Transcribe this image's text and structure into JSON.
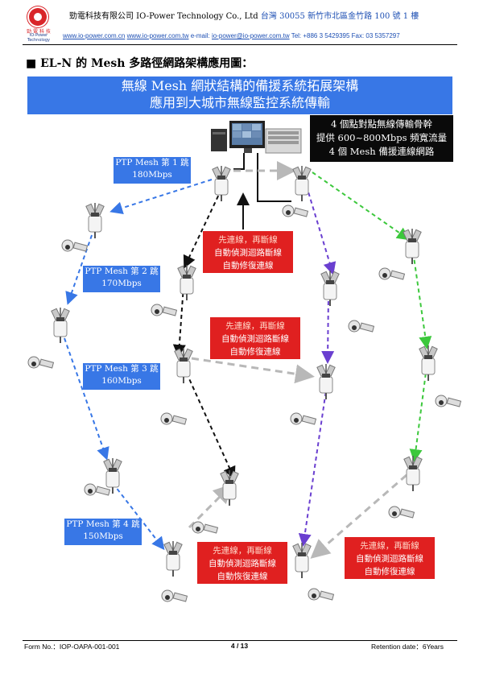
{
  "logo": {
    "cn": "勁 電 科 技",
    "en": "IO-Power Technology"
  },
  "header": {
    "company": "勁電科技有限公司 IO-Power Technology Co., Ltd",
    "address": "台灣 30055 新竹市北區金竹路 100 號 1 樓",
    "web1": "www.io-power.com.cn",
    "web2": "www.io-power.com.tw",
    "email_label": "e-mail:",
    "email": "io-power@io-power.com.tw",
    "tel": "Tel: +886 3 5429395 Fax: 03 5357297"
  },
  "section_title": "■  EL-N 的 Mesh 多路徑網路架構應用圖：",
  "banner": {
    "line1": "無線 Mesh 網狀結構的備援系統拓展架構",
    "line2": "應用到大城市無線監控系統傳輸"
  },
  "backbone_box": {
    "line1": "4 個點對點無線傳輸骨幹",
    "line2": "提供 600~800Mbps 頻寬流量",
    "line3": "4 個 Mesh 備援連線網路"
  },
  "hops": [
    {
      "label": "PTP Mesh 第 1 跳",
      "speed": "180Mbps"
    },
    {
      "label": "PTP Mesh 第 2 跳",
      "speed": "170Mbps"
    },
    {
      "label": "PTP Mesh 第 3 跳",
      "speed": "160Mbps"
    },
    {
      "label": "PTP Mesh 第 4 跳",
      "speed": "150Mbps"
    }
  ],
  "alerts": [
    {
      "line1": "先連線，再斷線",
      "line2": "自動偵測迴路斷線",
      "line3": "自動修復連線"
    },
    {
      "line1": "先連線，再斷線",
      "line2": "自動偵測迴路斷線",
      "line3": "自動修復連線"
    },
    {
      "line1": "先連線，再斷線",
      "line2": "自動偵測迴路斷線",
      "line3": "自動恢復連線"
    },
    {
      "line1": "先連線，再斷線",
      "line2": "自動偵測迴路斷線",
      "line3": "自動修復連線"
    }
  ],
  "footer": {
    "form_no": "Form No.：IOP-OAPA-001-001",
    "page": "4 / 13",
    "retention": "Retention date：6Years"
  },
  "colors": {
    "blue_path": "#3877e6",
    "black_path": "#111111",
    "gray_path": "#b8b8b8",
    "purple_path": "#6a3fd0",
    "green_path": "#3cc83c",
    "alert_red": "#e02020",
    "banner_blue": "#3877e6"
  }
}
